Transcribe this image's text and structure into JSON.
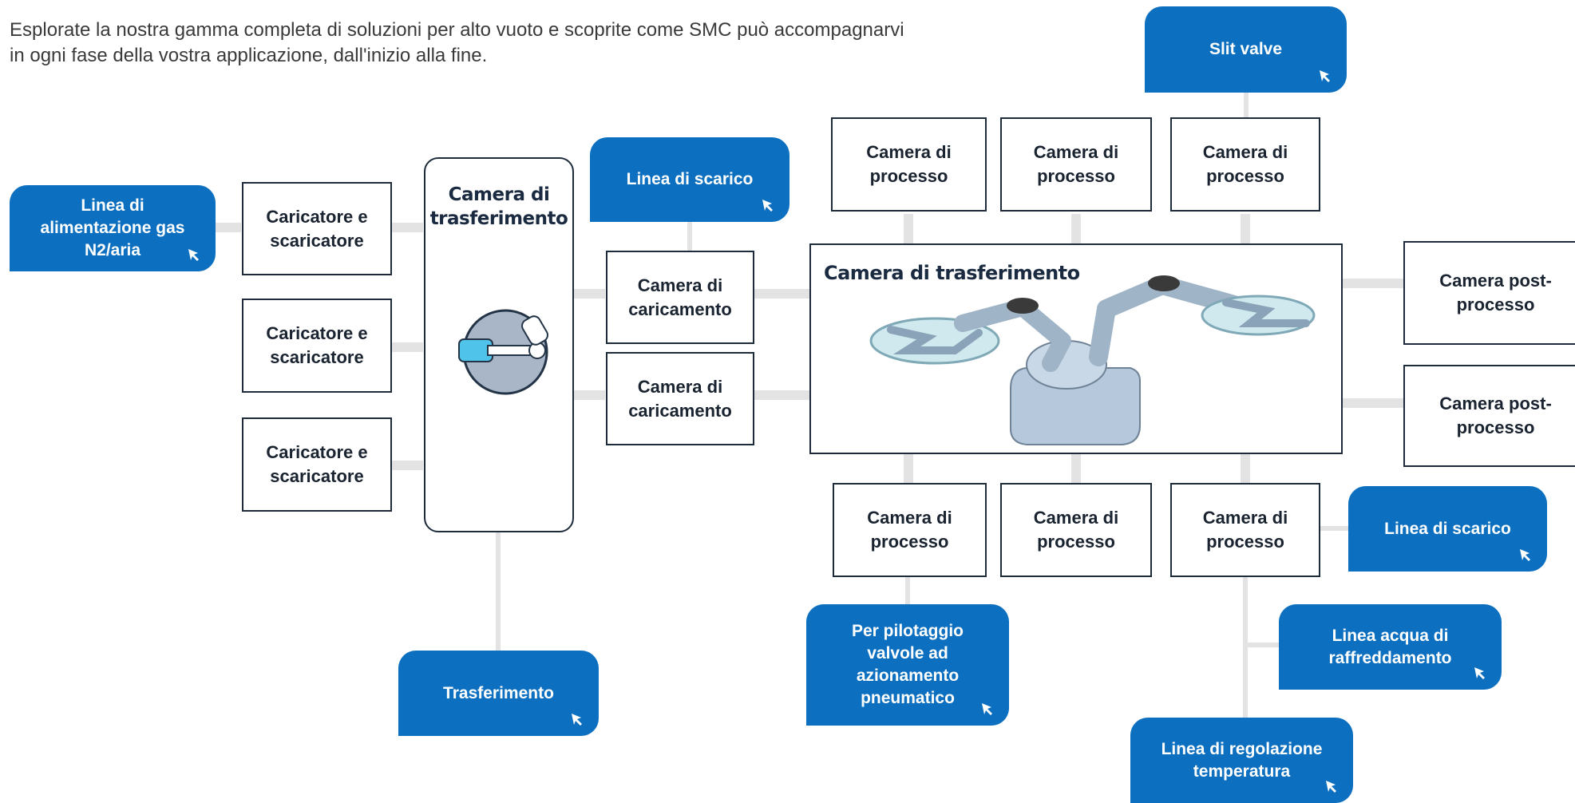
{
  "intro": {
    "line1": "Esplorate la nostra gamma completa di soluzioni per alto vuoto e scoprite come SMC può accompagnarvi",
    "line2": "in ogni fase della vostra applicazione, dall'inizio alla fine."
  },
  "links": {
    "slit_valve": "Slit valve",
    "gas_line": "Linea di alimentazione gas N2/aria",
    "exhaust_top": "Linea di scarico",
    "exhaust_right": "Linea di scarico",
    "transfer": "Trasferimento",
    "pneumatic": "Per pilotaggio valvole ad azionamento pneumatico",
    "cooling": "Linea acqua di raffreddamento",
    "temperature": "Linea di regolazione temperatura"
  },
  "boxes": {
    "loader_1": "Caricatore e scaricatore",
    "loader_2": "Caricatore e scaricatore",
    "loader_3": "Caricatore e scaricatore",
    "transfer_chamber_small": "Camera di trasferimento",
    "load_chamber_1": "Camera di caricamento",
    "load_chamber_2": "Camera di caricamento",
    "transfer_chamber_main": "Camera di trasferimento",
    "process_top_1": "Camera di processo",
    "process_top_2": "Camera di processo",
    "process_top_3": "Camera di processo",
    "process_bottom_1": "Camera di processo",
    "process_bottom_2": "Camera di processo",
    "process_bottom_3": "Camera di processo",
    "post_process_1": "Camera post-processo",
    "post_process_2": "Camera post-processo"
  },
  "icons": {
    "link_arrow": "cursor-arrow-icon",
    "small_robot": "transfer-robot-icon",
    "main_robot": "wafer-handling-robot-illustration"
  },
  "colors": {
    "link_blue": "#0c6fbf",
    "connector_gray": "#e3e3e3",
    "box_border": "#1e2b3a"
  }
}
